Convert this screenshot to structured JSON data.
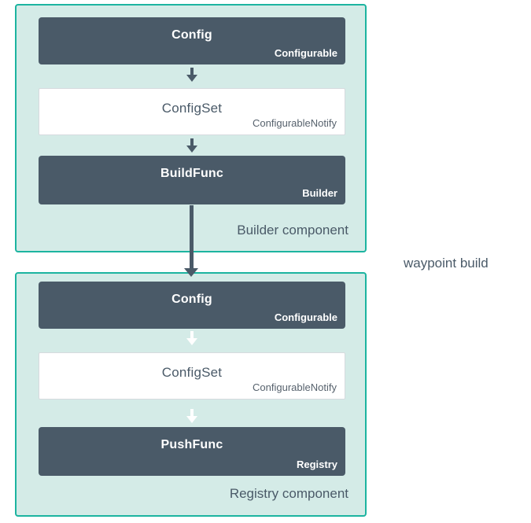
{
  "colors": {
    "container_fill": "#d4ebe7",
    "container_border": "#1cb4a0",
    "dark_node_fill": "#4a5a68",
    "dark_node_text": "#ffffff",
    "light_node_fill": "#ffffff",
    "light_node_border": "#d6dade",
    "light_node_text": "#4a5a68",
    "label_text": "#4a5a68",
    "page_background": "#ffffff"
  },
  "diagram": {
    "connector_label": "waypoint build",
    "components": [
      {
        "id": "builder",
        "label": "Builder component",
        "arrow_style": "dark",
        "boxes": [
          {
            "title": "Config",
            "subtitle": "Configurable",
            "variant": "dark"
          },
          {
            "title": "ConfigSet",
            "subtitle": "ConfigurableNotify",
            "variant": "light"
          },
          {
            "title": "BuildFunc",
            "subtitle": "Builder",
            "variant": "dark"
          }
        ]
      },
      {
        "id": "registry",
        "label": "Registry component",
        "arrow_style": "white",
        "boxes": [
          {
            "title": "Config",
            "subtitle": "Configurable",
            "variant": "dark"
          },
          {
            "title": "ConfigSet",
            "subtitle": "ConfigurableNotify",
            "variant": "light"
          },
          {
            "title": "PushFunc",
            "subtitle": "Registry",
            "variant": "dark"
          }
        ]
      }
    ]
  }
}
